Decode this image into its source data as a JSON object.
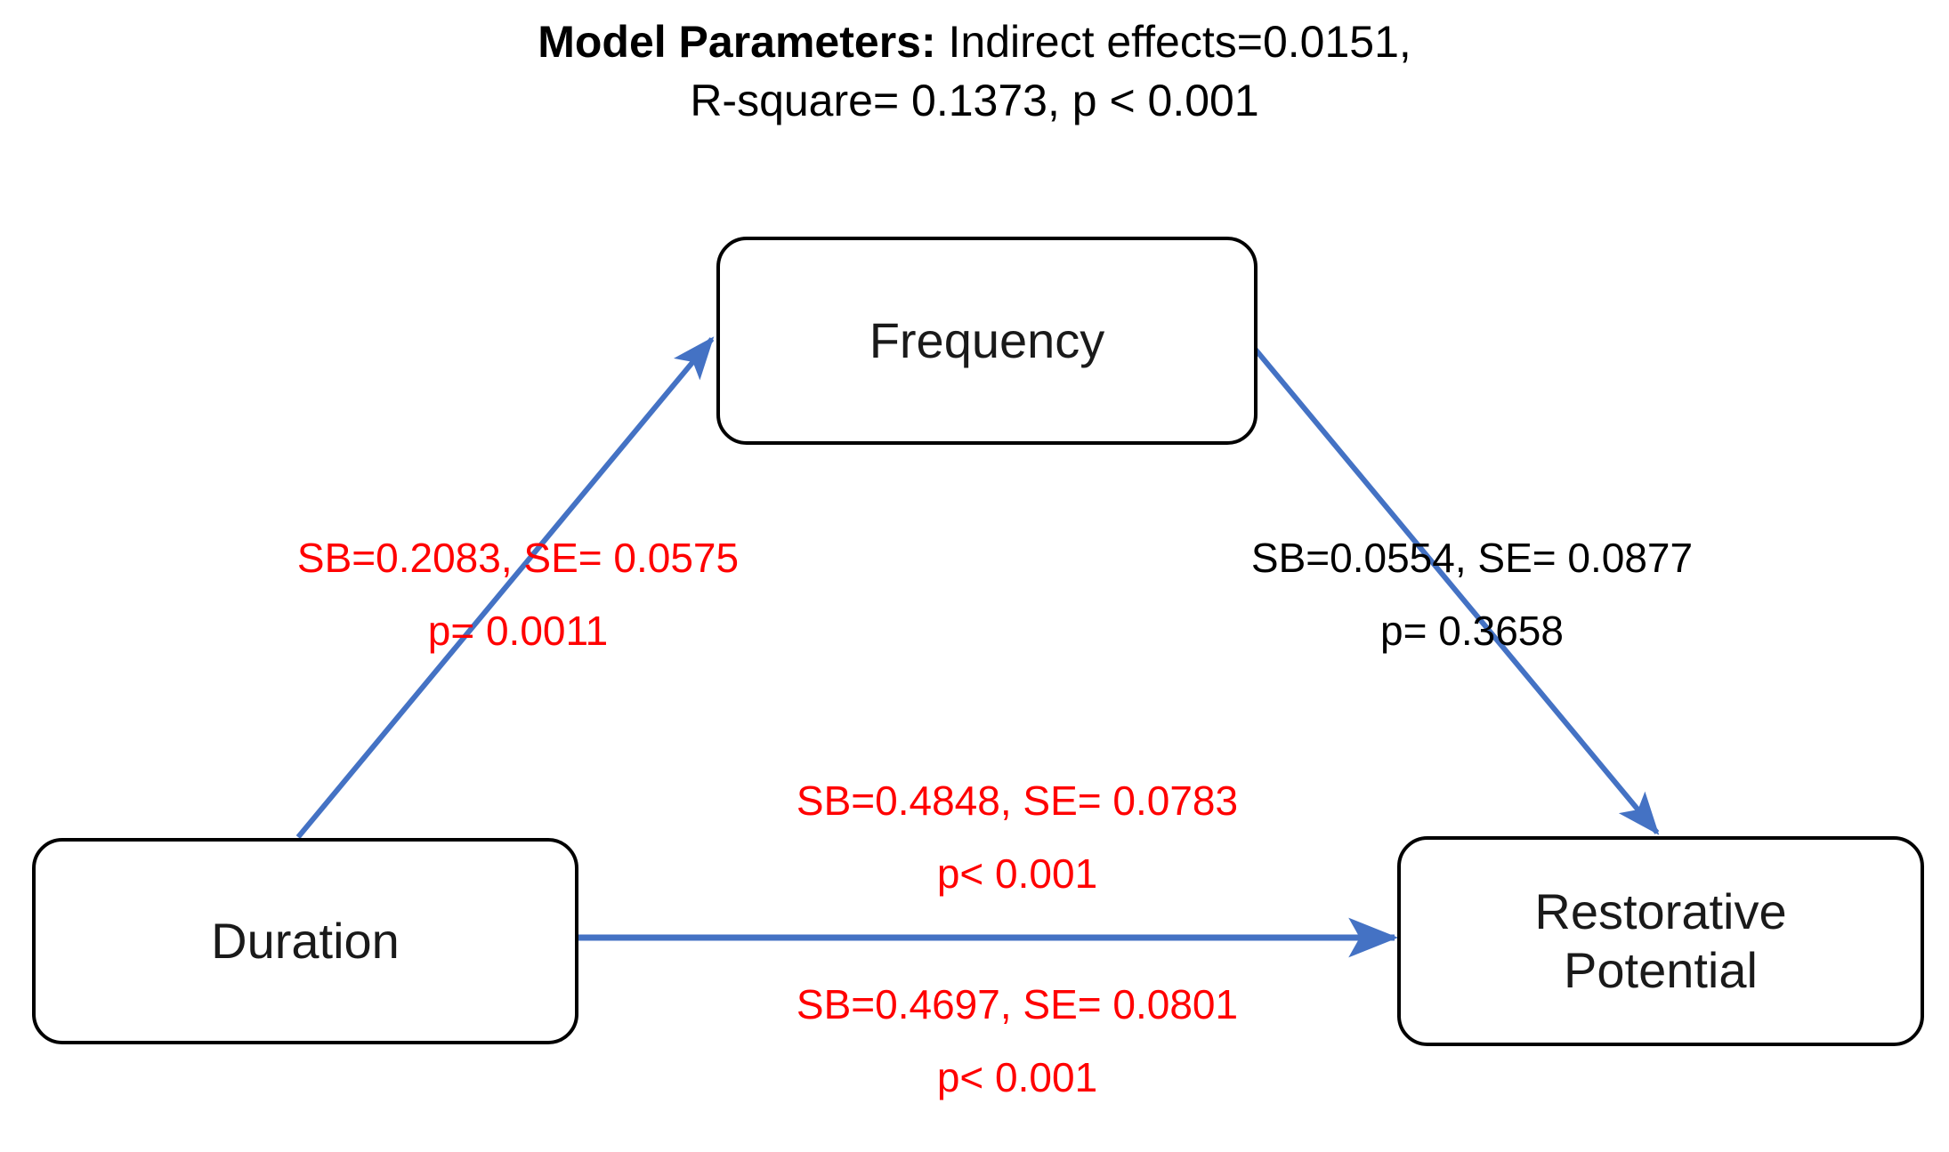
{
  "title": {
    "strong": "Model Parameters:",
    "line1_rest": " Indirect effects=0.0151,",
    "line2": "R-square= 0.1373, p < 0.001"
  },
  "colors": {
    "edge_blue": "#4472C4",
    "significant_red": "#FF0000",
    "node_border": "#000000",
    "background": "#FFFFFF"
  },
  "nodes": {
    "mediator": "Frequency",
    "predictor": "Duration",
    "outcome_line1": "Restorative",
    "outcome_line2": "Potential"
  },
  "edges": {
    "a_path": {
      "from": "Duration",
      "to": "Frequency",
      "coef_line": "SB=0.2083, SE= 0.0575",
      "p_line": "p= 0.0011",
      "color": "#FF0000"
    },
    "b_path": {
      "from": "Frequency",
      "to": "Restorative Potential",
      "coef_line": "SB=0.0554, SE= 0.0877",
      "p_line": "p= 0.3658",
      "color": "#000000"
    },
    "c_path": {
      "from": "Duration",
      "to": "Restorative Potential",
      "coef_line": "SB=0.4848, SE= 0.0783",
      "p_line": "p< 0.001",
      "color": "#FF0000"
    },
    "c_prime_path": {
      "from": "Duration",
      "to": "Restorative Potential",
      "coef_line": "SB=0.4697, SE= 0.0801",
      "p_line": "p< 0.001",
      "color": "#FF0000"
    }
  },
  "chart_data": {
    "type": "diagram",
    "title": "Model Parameters: Indirect effects=0.0151, R-square= 0.1373, p < 0.001",
    "diagram_kind": "mediation-path-model",
    "nodes": [
      "Duration",
      "Frequency",
      "Restorative Potential"
    ],
    "model_fit": {
      "indirect_effects": 0.0151,
      "r_square": 0.1373,
      "p": "< 0.001"
    },
    "paths": [
      {
        "label": "a",
        "from": "Duration",
        "to": "Frequency",
        "SB": 0.2083,
        "SE": 0.0575,
        "p": 0.0011,
        "significant": true
      },
      {
        "label": "b",
        "from": "Frequency",
        "to": "Restorative Potential",
        "SB": 0.0554,
        "SE": 0.0877,
        "p": 0.3658,
        "significant": false
      },
      {
        "label": "c",
        "from": "Duration",
        "to": "Restorative Potential",
        "SB": 0.4848,
        "SE": 0.0783,
        "p": "< 0.001",
        "significant": true
      },
      {
        "label": "c'",
        "from": "Duration",
        "to": "Restorative Potential",
        "SB": 0.4697,
        "SE": 0.0801,
        "p": "< 0.001",
        "significant": true
      }
    ]
  }
}
